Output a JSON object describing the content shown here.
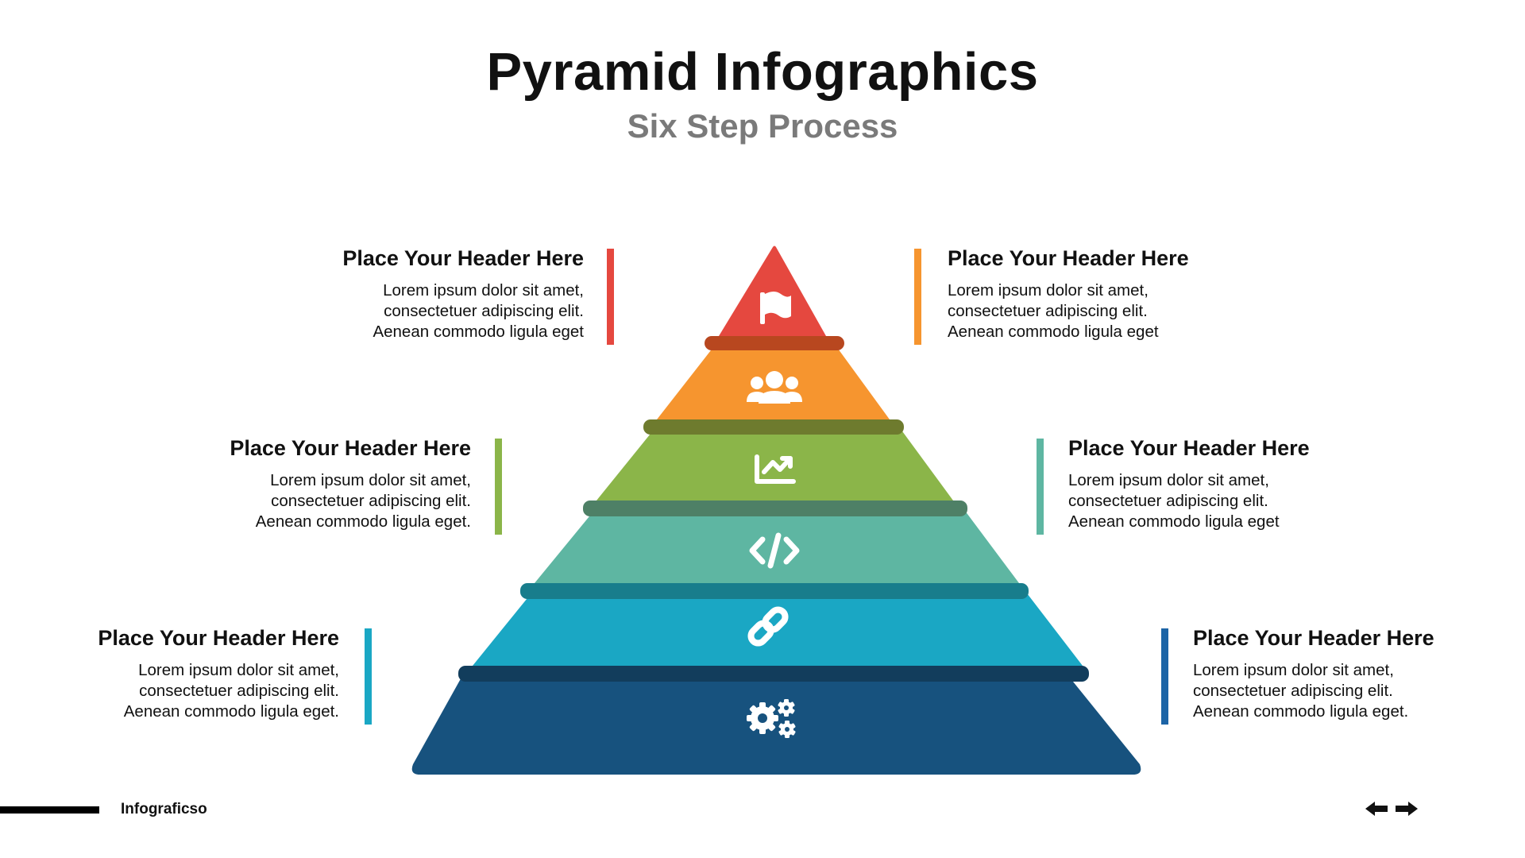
{
  "header": {
    "title": "Pyramid Infographics",
    "subtitle": "Six Step Process"
  },
  "pyramid": {
    "levels": [
      {
        "icon": "flag-icon",
        "color": "#E5483F",
        "shadow": "#B8471F"
      },
      {
        "icon": "team-icon",
        "color": "#F6952F",
        "shadow": "#6E7B2E"
      },
      {
        "icon": "growth-chart-icon",
        "color": "#8BB549",
        "shadow": "#4E8066"
      },
      {
        "icon": "code-icon",
        "color": "#5EB6A2",
        "shadow": "#187D8C"
      },
      {
        "icon": "link-icon",
        "color": "#1AA7C4",
        "shadow": "#123D5C"
      },
      {
        "icon": "gears-icon",
        "color": "#17527E",
        "shadow": "#17527E"
      }
    ]
  },
  "steps": [
    {
      "header": "Place Your Header Here",
      "lines": [
        "Lorem ipsum dolor sit amet,",
        "consectetuer adipiscing elit.",
        "Aenean commodo ligula eget"
      ],
      "accent": "#E5483F"
    },
    {
      "header": "Place Your Header Here",
      "lines": [
        "Lorem ipsum dolor sit amet,",
        "consectetuer adipiscing elit.",
        "Aenean commodo ligula eget"
      ],
      "accent": "#F6952F"
    },
    {
      "header": "Place Your Header Here",
      "lines": [
        "Lorem ipsum dolor sit amet,",
        "consectetuer adipiscing elit.",
        "Aenean commodo ligula eget."
      ],
      "accent": "#8BB549"
    },
    {
      "header": "Place Your Header Here",
      "lines": [
        "Lorem ipsum dolor sit amet,",
        "consectetuer adipiscing elit.",
        "Aenean commodo ligula eget"
      ],
      "accent": "#5EB6A2"
    },
    {
      "header": "Place Your Header Here",
      "lines": [
        "Lorem ipsum dolor sit amet,",
        "consectetuer adipiscing elit.",
        "Aenean commodo ligula eget."
      ],
      "accent": "#1AA7C4"
    },
    {
      "header": "Place Your Header Here",
      "lines": [
        "Lorem ipsum dolor sit amet,",
        "consectetuer adipiscing elit.",
        "Aenean commodo ligula eget."
      ],
      "accent": "#1C64A6"
    }
  ],
  "footer": {
    "brand": "Infograficso",
    "prev_icon": "arrow-left-icon",
    "next_icon": "arrow-right-icon"
  }
}
